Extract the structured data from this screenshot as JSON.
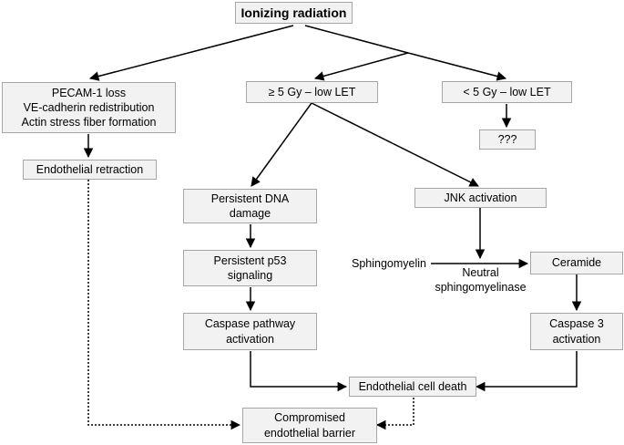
{
  "nodes": {
    "ionizing": "Ionizing radiation",
    "pecam": "PECAM-1 loss\nVE-cadherin redistribution\nActin stress fiber formation",
    "high_dose": "≥ 5 Gy – low LET",
    "low_dose": "< 5 Gy – low LET",
    "unknown": "???",
    "retraction": "Endothelial retraction",
    "dna_damage": "Persistent DNA\ndamage",
    "jnk": "JNK activation",
    "p53": "Persistent p53\nsignaling",
    "ceramide": "Ceramide",
    "caspase_pathway": "Caspase pathway\nactivation",
    "caspase3": "Caspase 3\nactivation",
    "cell_death": "Endothelial cell death",
    "barrier": "Compromised\nendothelial barrier"
  },
  "labels": {
    "sphingomyelin": "Sphingomyelin",
    "enzyme": "Neutral\nsphingomyelinase"
  },
  "colors": {
    "box_fill": "#f2f2f2",
    "box_border": "#a6a6a6",
    "arrow": "#000000"
  }
}
